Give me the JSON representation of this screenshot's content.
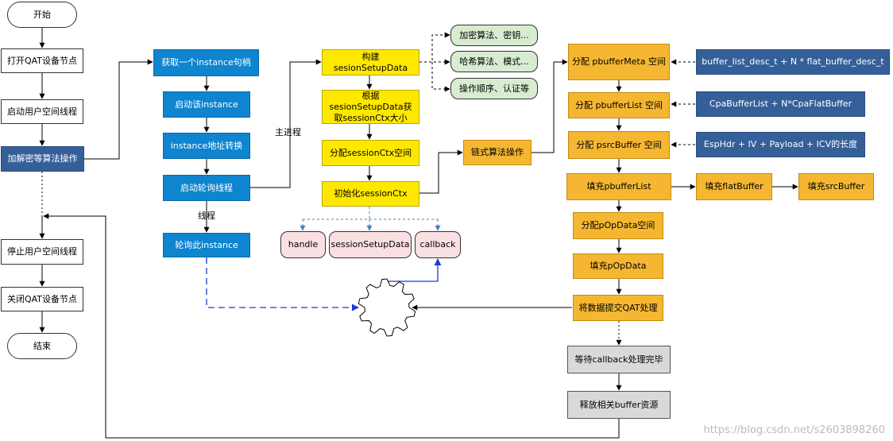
{
  "left_flow": {
    "start": "开始",
    "open_node": "打开QAT设备节点",
    "start_user_thread": "启动用户空间线程",
    "crypto_op": "加解密等算法操作",
    "stop_user_thread": "停止用户空间线程",
    "close_node": "关闭QAT设备节点",
    "end": "结束"
  },
  "instance_flow": {
    "get_handle": "获取一个instance句柄",
    "start_instance": "启动该instance",
    "addr_convert": "instance地址转换",
    "start_poll_thread": "启动轮询线程",
    "poll_instance": "轮询此instance",
    "thread_label": "线程"
  },
  "session_flow": {
    "main_process_label": "主进程",
    "build_setup": "构建sesionSetupData",
    "get_ctx_size": "根据sesionSetupData获取sessionCtx大小",
    "alloc_ctx": "分配sessionCtx空间",
    "init_ctx": "初始化sessionCtx",
    "opt_encrypt": "加密算法、密钥...",
    "opt_hash": "哈希算法、模式...",
    "opt_order": "操作顺序、认证等",
    "param_handle": "handle",
    "param_setup": "sessionSetupData",
    "param_callback": "callback",
    "chain_op": "链式算法操作"
  },
  "buffer_flow": {
    "alloc_meta": "分配 pbufferMeta 空间",
    "alloc_list": "分配 pbufferList 空间",
    "alloc_src": "分配 psrcBuffer 空间",
    "fill_list": "填充pbufferList",
    "fill_flat": "填充flatBuffer",
    "fill_src": "填充srcBuffer",
    "alloc_opdata": "分配pOpData空间",
    "fill_opdata": "填充pOpData",
    "submit": "将数据提交QAT处理",
    "wait_cb": "等待callback处理完毕",
    "release": "释放相关buffer资源",
    "note_meta": "buffer_list_desc_t + N * flat_buffer_desc_t",
    "note_list": "CpaBufferList + N*CpaFlatBuffer",
    "note_src": "EspHdr + IV + Payload + ICV的长度"
  },
  "watermark": "https://blog.csdn.net/s2603898260",
  "colors": {
    "instance": "#0f84cf",
    "session": "#ffe800",
    "buffer": "#f5b731",
    "note": "#355f99",
    "option": "#d8ecd1",
    "param": "#fbe0e3",
    "wait": "#d9d9d9"
  }
}
